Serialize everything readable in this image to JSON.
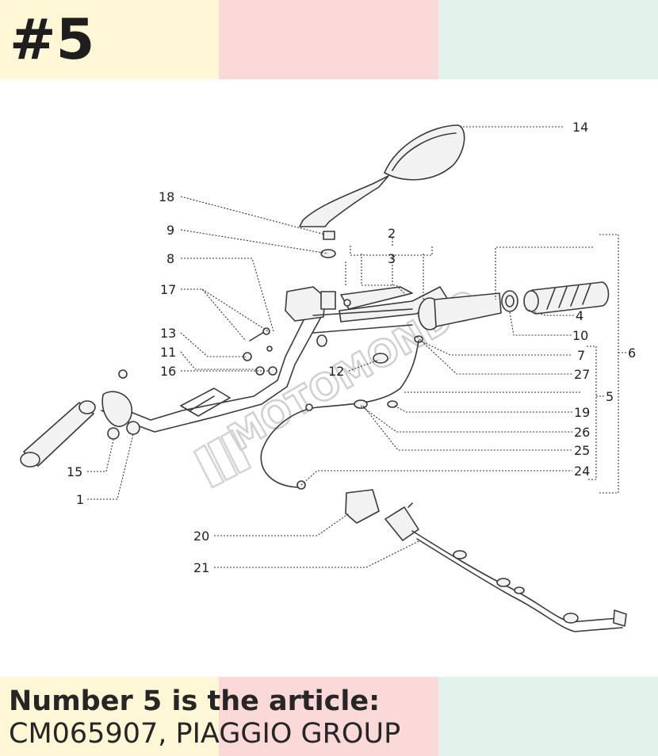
{
  "badge": "#5",
  "caption": {
    "line1": "Number 5 is the article:",
    "line2": "CM065907, PIAGGIO GROUP"
  },
  "colors": {
    "band_yellow": "#fff7d6",
    "band_pink": "#fcd9d9",
    "band_mint": "#e2f3ec",
    "text": "#262626"
  },
  "watermark": "MOTOMONDO",
  "callouts": {
    "c1": "1",
    "c2": "2",
    "c3": "3",
    "c4": "4",
    "c5": "5",
    "c6": "6",
    "c7": "7",
    "c8": "8",
    "c9": "9",
    "c10": "10",
    "c11": "11",
    "c12": "12",
    "c13": "13",
    "c14": "14",
    "c15": "15",
    "c16": "16",
    "c17": "17",
    "c18": "18",
    "c19": "19",
    "c20": "20",
    "c21": "21",
    "c24": "24",
    "c25": "25",
    "c26": "26",
    "c27": "27"
  }
}
